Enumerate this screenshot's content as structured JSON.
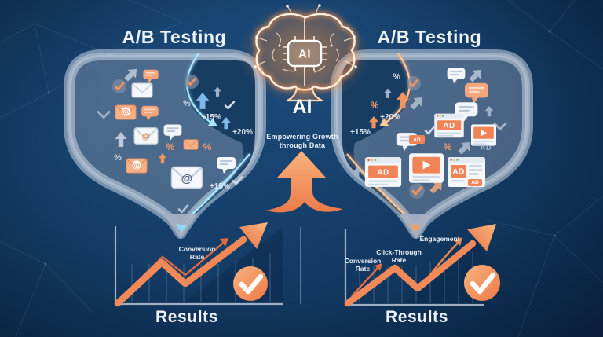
{
  "left": {
    "title": "A/B Testing",
    "funnel_stats": {
      "pct_top": "%",
      "plus15_top": "+15%",
      "plus20": "+20%",
      "pct_left": "%",
      "pct_mid": "%",
      "pct_right": "%",
      "plus15_bottom": "+15%"
    },
    "chart": {
      "conversion_l1": "Conversion",
      "conversion_l2": "Rate",
      "results": "Results"
    }
  },
  "right": {
    "title": "A/B Testing",
    "funnel_stats": {
      "pct_top": "%",
      "pct_mid": "%",
      "plus20": "+20%",
      "plus15": "+15%",
      "pct_low": "%",
      "ad_text": "AD"
    },
    "ad_windows": {
      "ad1": "AD",
      "ad2": "AD",
      "ad3": "AD",
      "ad_badge": "AD",
      "ad_bubble": "AD"
    },
    "chart": {
      "conversion_l1": "Conversion",
      "conversion_l2": "Rate",
      "ctr_l1": "Click-Through",
      "ctr_l2": "Rate",
      "engagement": "Engagement",
      "results": "Results"
    }
  },
  "center": {
    "chip": "AI",
    "heading": "AI",
    "tagline_l1": "Empowering Growth",
    "tagline_l2": "through Data"
  },
  "icons": {
    "at_glyph": "@"
  },
  "colors": {
    "background_navy": "#123a63",
    "accent_orange": "#f08457",
    "glow_orange": "#ff9346",
    "accent_blue": "#7fd4f7",
    "funnel_gray": "#aebacb",
    "text_white": "#f2f6fa"
  }
}
